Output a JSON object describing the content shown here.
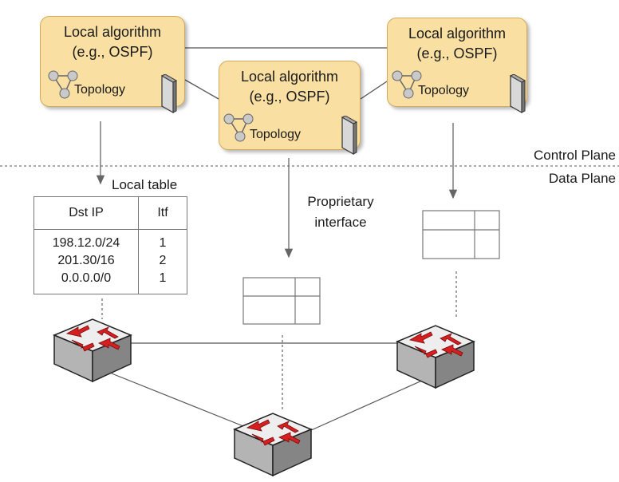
{
  "control_boxes": [
    {
      "title_line1": "Local algorithm",
      "title_line2": "(e.g., OSPF)",
      "topology_label": "Topology"
    },
    {
      "title_line1": "Local algorithm",
      "title_line2": "(e.g., OSPF)",
      "topology_label": "Topology"
    },
    {
      "title_line1": "Local algorithm",
      "title_line2": "(e.g., OSPF)",
      "topology_label": "Topology"
    }
  ],
  "planes": {
    "control": "Control Plane",
    "data": "Data Plane"
  },
  "local_table": {
    "caption": "Local table",
    "headers": [
      "Dst IP",
      "Itf"
    ],
    "rows": [
      {
        "dst": "198.12.0/24",
        "itf": "1"
      },
      {
        "dst": "201.30/16",
        "itf": "2"
      },
      {
        "dst": "0.0.0.0/0",
        "itf": "1"
      }
    ]
  },
  "annotation": {
    "line1": "Proprietary",
    "line2": "interface"
  },
  "colors": {
    "box_fill": "#f9e0a2",
    "box_border": "#d3a95a",
    "switch_arrow": "#d42020"
  }
}
